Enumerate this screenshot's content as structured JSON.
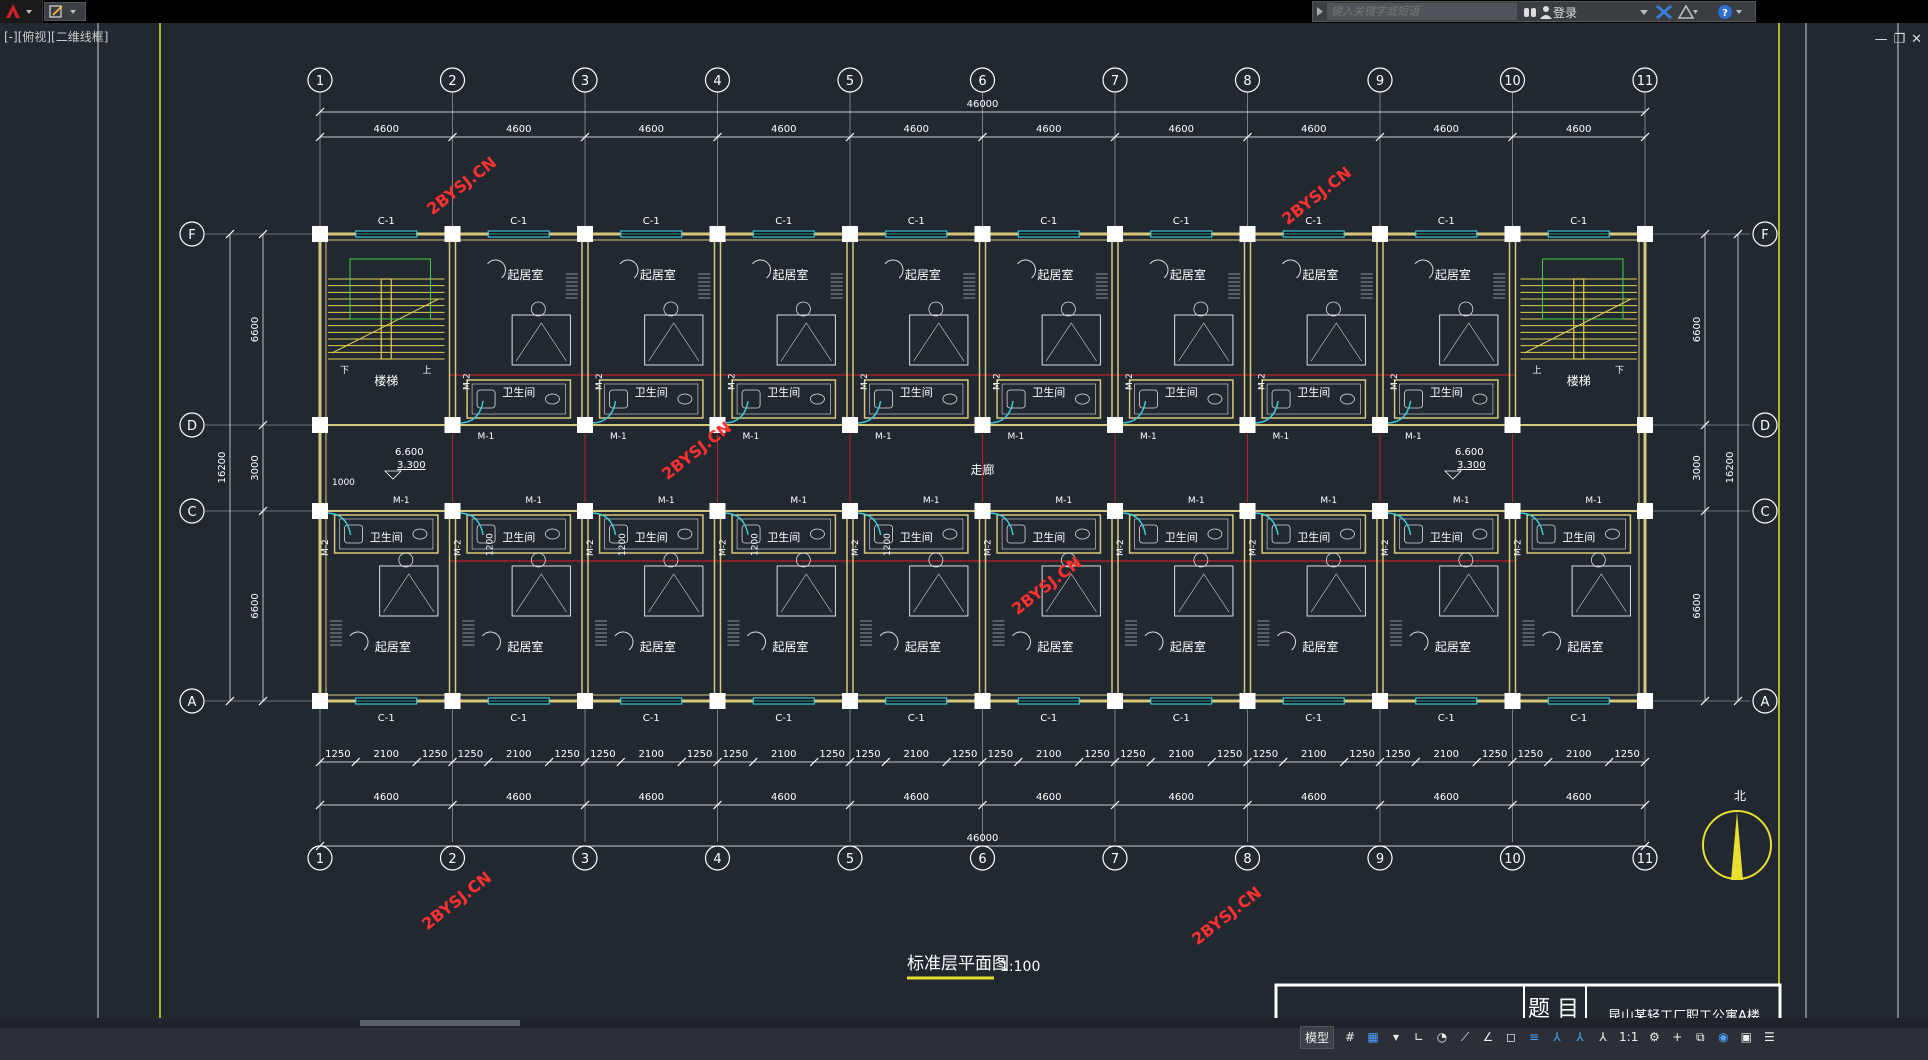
{
  "app": {
    "viewport_label": "[-][俯视][二维线框]",
    "search_placeholder": "键入关键字或短语",
    "login_label": "登录",
    "window_controls": [
      "—",
      "❐",
      "✕"
    ]
  },
  "drawing": {
    "title": "标准层平面图",
    "scale": "1:100",
    "north_label": "北",
    "title_block_label": "题 目",
    "title_block_value": "昆山某轻工厂职工公寓A楼",
    "watermark": "2BYSJ.CN",
    "column_axes": [
      "1",
      "2",
      "3",
      "4",
      "5",
      "6",
      "7",
      "8",
      "9",
      "10",
      "11"
    ],
    "row_axes": [
      "F",
      "D",
      "C",
      "A"
    ],
    "bay_dim": "4600",
    "total_dim": "46000",
    "window_dims": [
      "1250",
      "2100",
      "1250"
    ],
    "vert_dims": [
      "6600",
      "3000",
      "6600"
    ],
    "vert_total": "16200",
    "room_label": "起居室",
    "bath_label": "卫生间",
    "stair_label": "楼梯",
    "corridor_label": "走廊",
    "window_tag": "C-1",
    "door_tag": "M-1",
    "door_tag2": "M-2",
    "door_width": "1000",
    "stair_up": "上",
    "stair_down": "下",
    "level_top": "6.600",
    "level_bottom": "3.300",
    "dim_1200": "1200"
  },
  "status": {
    "model_tab": "模型",
    "scale_label": "1:1"
  },
  "colors": {
    "background": "#212830",
    "wall": "#d8c87a",
    "axis": "#ffffff",
    "center_line": "#e02020",
    "window": "#3cc8d8",
    "dim": "#ffffff",
    "stair": "#e0d050",
    "watermark": "#ff3030",
    "title_underline": "#e8e030"
  }
}
